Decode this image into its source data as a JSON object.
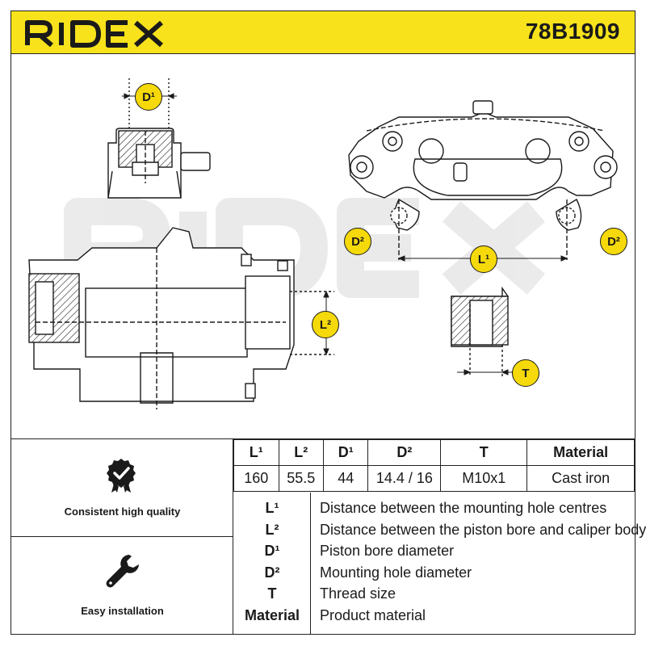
{
  "header": {
    "brand": "RIDEX",
    "part_number": "78B1909"
  },
  "watermark": "RIDEX",
  "dimension_labels": {
    "d1": "D¹",
    "d2_left": "D²",
    "d2_right": "D²",
    "l1": "L¹",
    "l2": "L²",
    "t": "T"
  },
  "features": [
    {
      "label": "Consistent high quality",
      "icon": "quality-badge-icon"
    },
    {
      "label": "Easy installation",
      "icon": "wrench-icon"
    }
  ],
  "spec_table": {
    "headers": [
      "L¹",
      "L²",
      "D¹",
      "D²",
      "T",
      "Material"
    ],
    "values": [
      "160",
      "55.5",
      "44",
      "14.4 / 16",
      "M10x1",
      "Cast iron"
    ]
  },
  "legend": [
    {
      "symbol": "L¹",
      "description": "Distance between the mounting hole centres"
    },
    {
      "symbol": "L²",
      "description": "Distance between the piston bore and caliper body"
    },
    {
      "symbol": "D¹",
      "description": "Piston bore diameter"
    },
    {
      "symbol": "D²",
      "description": "Mounting hole diameter"
    },
    {
      "symbol": "T",
      "description": "Thread size"
    },
    {
      "symbol": "Material",
      "description": "Product material"
    }
  ],
  "colors": {
    "brand_yellow": "#f7e21b",
    "badge_yellow": "#f5d90a",
    "line": "#1a1a1a"
  }
}
